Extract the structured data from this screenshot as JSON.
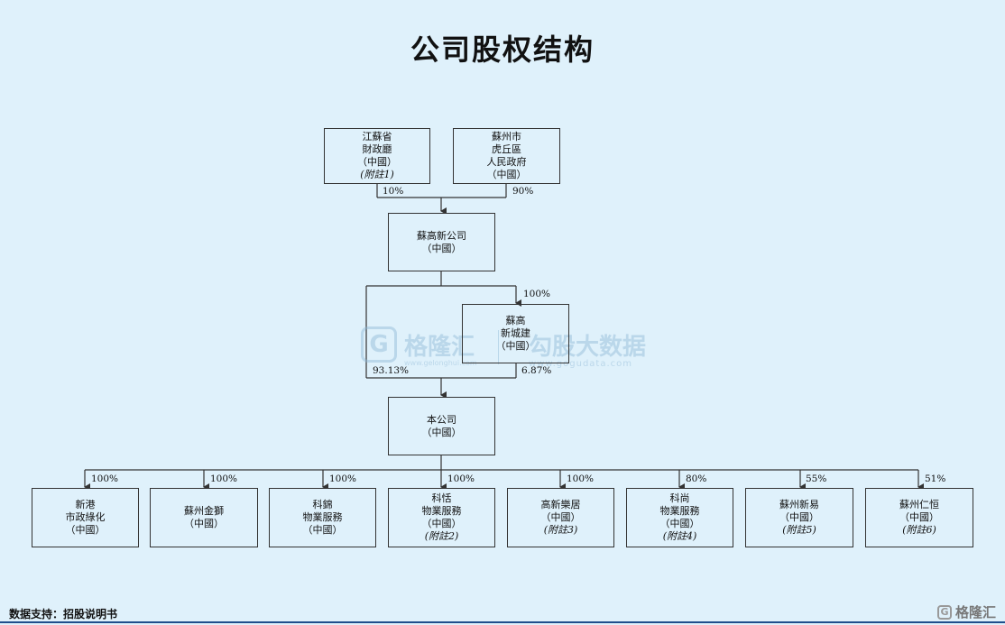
{
  "title": "公司股权结构",
  "boxes": {
    "jiangsu": [
      "江蘇省",
      "財政廳",
      "（中國）",
      "(附註1)"
    ],
    "suzhou": [
      "蘇州市",
      "虎丘區",
      "人民政府",
      "（中國）"
    ],
    "sugaoxin": [
      "蘇高新公司",
      "（中國）"
    ],
    "chengjian": [
      "蘇高",
      "新城建",
      "（中國）"
    ],
    "company": [
      "本公司",
      "（中國）"
    ],
    "subs": [
      [
        "新港",
        "市政綠化",
        "（中國）"
      ],
      [
        "蘇州金獅",
        "（中國）"
      ],
      [
        "科錦",
        "物業服務",
        "（中國）"
      ],
      [
        "科恬",
        "物業服務",
        "（中國）",
        "(附註2)"
      ],
      [
        "高新樂居",
        "（中國）",
        "(附註3)"
      ],
      [
        "科尚",
        "物業服務",
        "（中國）",
        "(附註4)"
      ],
      [
        "蘇州新易",
        "（中國）",
        "(附註5)"
      ],
      [
        "蘇州仁恒",
        "（中國）",
        "(附註6)"
      ]
    ]
  },
  "pcts": {
    "jiangsu": "10%",
    "suzhou": "90%",
    "chengjian": "100%",
    "sugaoxin_direct": "93.13%",
    "chengjian_to_company": "6.87%",
    "subs": [
      "100%",
      "100%",
      "100%",
      "100%",
      "100%",
      "80%",
      "55%",
      "51%"
    ]
  },
  "watermark": {
    "brand": "格隆汇",
    "url1": "www.gelonghui.com",
    "brand2": "勾股大数据",
    "url2": "www.gogudata.com"
  },
  "source": "数据支持：招股说明书",
  "corner_logo": "格隆汇",
  "colors": {
    "background": "#dff1fb",
    "line": "#333333",
    "rule": "#1f4e8c",
    "watermark": "#8fb8d6"
  }
}
